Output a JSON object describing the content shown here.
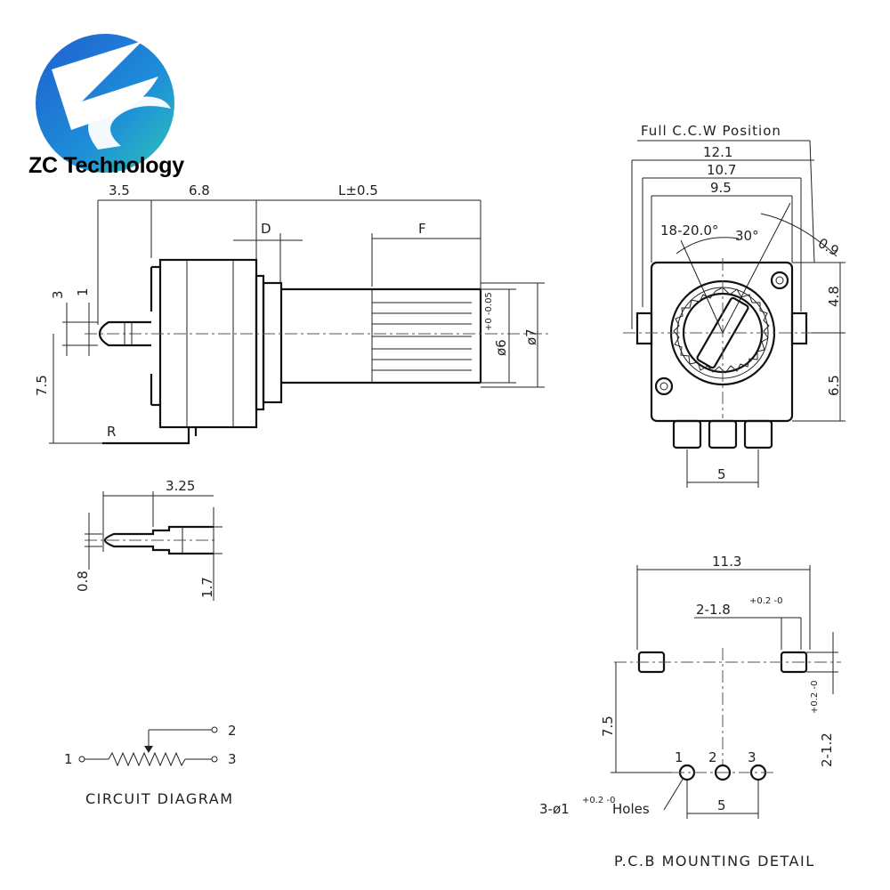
{
  "brand": {
    "name": "ZC Technology",
    "logo_icon": "zc-logo-icon",
    "colors": {
      "blue": "#1f6fd6",
      "teal": "#2ec4b6"
    }
  },
  "side_view": {
    "dims": {
      "d3_5": "3.5",
      "d6_8": "6.8",
      "L": "L±0.5",
      "D": "D",
      "F": "F",
      "d3": "3",
      "d1": "1",
      "d7_5": "7.5",
      "R": "R",
      "phi6": "ø6",
      "phi6_tol": "+0 -0.05",
      "phi7": "ø7"
    }
  },
  "front_view": {
    "title": "Full C.C.W Position",
    "dims": {
      "d12_1": "12.1",
      "d10_7": "10.7",
      "d9_5": "9.5",
      "angle_a": "18-20.0°",
      "angle_b": "30°",
      "d0_9": "0.9",
      "d4_8": "4.8",
      "d6_5": "6.5",
      "d5": "5"
    }
  },
  "pin_detail": {
    "dims": {
      "d3_25": "3.25",
      "d0_8": "0.8",
      "d1_7": "1.7"
    }
  },
  "circuit": {
    "pin1": "1",
    "pin2": "2",
    "pin3": "3",
    "caption": "CIRCUIT DIAGRAM"
  },
  "pcb": {
    "dims": {
      "d11_3": "11.3",
      "slot": "2-1.8",
      "slot_tol": "+0.2 -0",
      "d7_5": "7.5",
      "slot_v": "2-1.2",
      "slot_v_tol": "+0.2 -0",
      "d5": "5",
      "holes": "3-ø1",
      "holes_tol": "+0.2 -0",
      "holes_suffix": "Holes"
    },
    "pins": [
      "1",
      "2",
      "3"
    ],
    "caption": "P.C.B MOUNTING DETAIL"
  }
}
